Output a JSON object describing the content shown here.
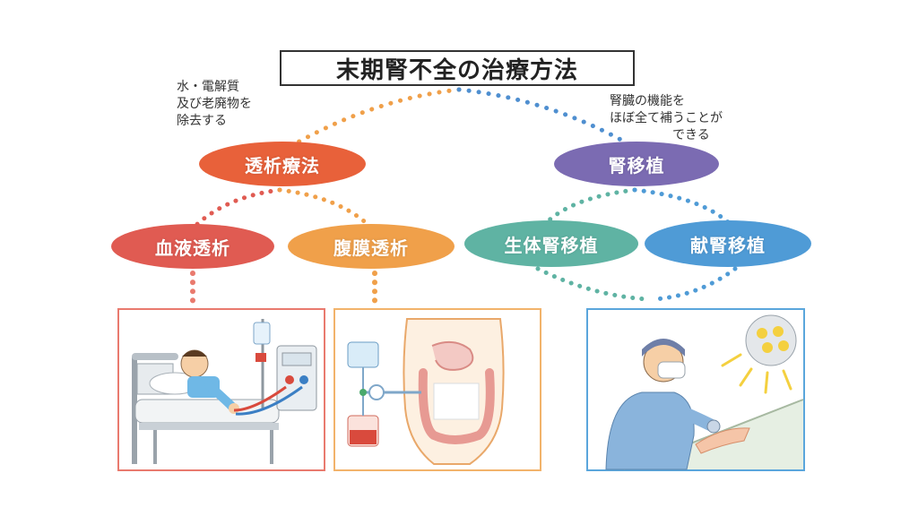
{
  "title": "末期腎不全の治療方法",
  "notes": {
    "left": "水・電解質\n及び老廃物を\n除去する",
    "right": "腎臓の機能を\nほぼ全て補うことが\n　　　　　できる"
  },
  "nodes": {
    "dialysis": "透析療法",
    "transplant": "腎移植",
    "hemodialysis": "血液透析",
    "peritoneal": "腹膜透析",
    "living_donor": "生体腎移植",
    "deceased_donor": "献腎移植"
  },
  "colors": {
    "dialysis": "#e8613a",
    "transplant": "#7b6bb2",
    "hemodialysis": "#e05b52",
    "peritoneal": "#f0a04a",
    "living_donor": "#5fb3a3",
    "deceased_donor": "#4f9bd6",
    "panel_red": "#e97a6e",
    "panel_orange": "#f2b36b",
    "panel_blue": "#5aa6dc"
  },
  "illustrations": {
    "hemodialysis": "patient-in-bed-with-dialysis-machine",
    "peritoneal": "abdomen-with-dialysis-bags",
    "transplant": "surgeon-operating-under-lamp"
  }
}
